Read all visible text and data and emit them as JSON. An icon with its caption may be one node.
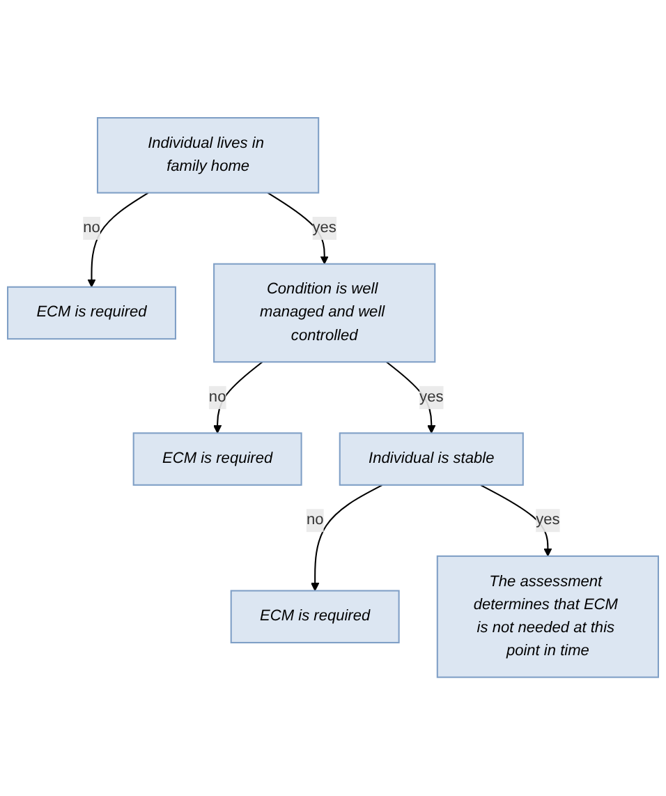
{
  "diagram": {
    "nodes": [
      {
        "text": [
          "Individual lives in family home"
        ]
      },
      {
        "text": [
          "ECM is required"
        ]
      },
      {
        "text": [
          "Condition is well managed and well controlled"
        ]
      },
      {
        "text": [
          "ECM is required"
        ]
      },
      {
        "text": [
          "Individual is stable"
        ]
      },
      {
        "text": [
          "ECM is required"
        ]
      },
      {
        "text": [
          "The assessment determines that ECM is not needed at this point in time"
        ]
      }
    ],
    "edges": [
      {
        "from": 0,
        "to": 1,
        "label": "no",
        "arrow": "to"
      },
      {
        "from": 0,
        "to": 2,
        "label": "yes",
        "arrow": "to"
      },
      {
        "from": 2,
        "to": 3,
        "label": "no",
        "arrow": "to"
      },
      {
        "from": 2,
        "to": 4,
        "label": "yes",
        "arrow": "to"
      },
      {
        "from": 4,
        "to": 5,
        "label": "no",
        "arrow": "to"
      },
      {
        "from": 4,
        "to": 6,
        "label": "yes",
        "arrow": "to"
      }
    ]
  }
}
